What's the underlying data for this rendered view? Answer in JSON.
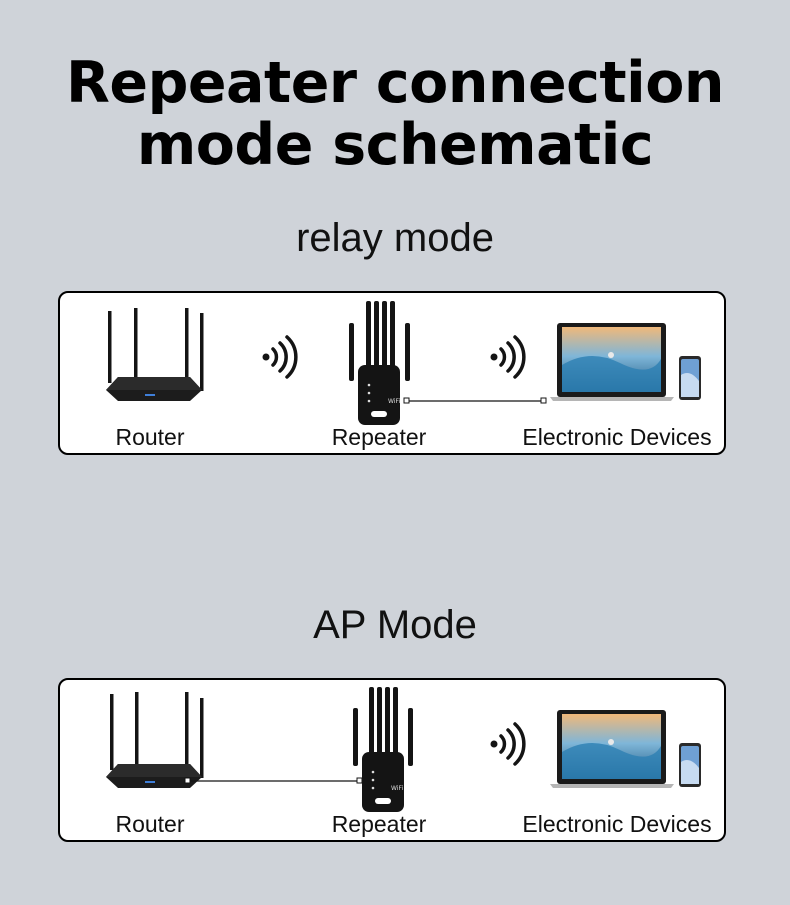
{
  "title": {
    "line1": "Repeater connection",
    "line2": "mode schematic"
  },
  "relay": {
    "heading": "relay mode",
    "router_label": "Router",
    "repeater_label": "Repeater",
    "devices_label": "Electronic Devices"
  },
  "ap": {
    "heading": "AP Mode",
    "router_label": "Router",
    "repeater_label": "Repeater",
    "devices_label": "Electronic Devices"
  },
  "colors": {
    "background": "#cfd3d9",
    "panel": "#ffffff",
    "device": "#141414"
  },
  "icons": [
    "router-icon",
    "wifi-signal-icon",
    "repeater-icon",
    "laptop-icon",
    "phone-icon",
    "cable-icon"
  ]
}
